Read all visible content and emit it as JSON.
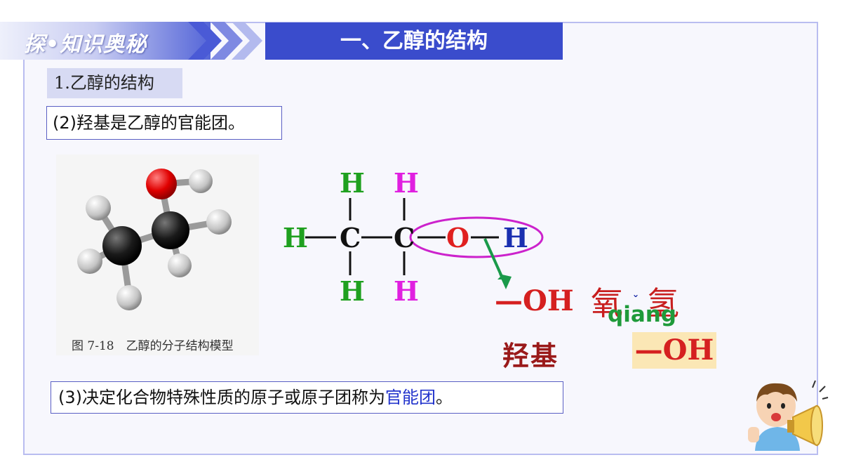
{
  "header": {
    "brand": "探•知识奥秘",
    "title": "一、乙醇的结构"
  },
  "section": {
    "subtitle": "1.乙醇的结构",
    "note2": "(2)羟基是乙醇的官能团。",
    "note3_prefix": "(3)决定化合物特殊性质的原子或原子团称为",
    "note3_highlight": "官能团",
    "note3_suffix": "。"
  },
  "model": {
    "caption": "图 7-18　乙醇的分子结构模型"
  },
  "formula": {
    "atoms": {
      "h_left": "H",
      "c1": "C",
      "c2": "C",
      "o": "O",
      "h_right": "H",
      "h_c1_top": "H",
      "h_c1_bottom": "H",
      "h_c2_top": "H",
      "h_c2_bottom": "H"
    },
    "colors": {
      "hydrogen_c1": "#1fa01f",
      "hydrogen_c2": "#e020e0",
      "oxygen": "#e02020",
      "hydroxyl_h": "#1a2fb0",
      "carbon": "#111111",
      "ellipse": "#cc22cc",
      "arrow": "#1a9a4a"
    }
  },
  "annotations": {
    "oh_group": "—OH",
    "hydroxyl_label": "羟基",
    "char_oxygen": "氧",
    "char_hydrogen": "氢",
    "pinyin": "qiang",
    "tone": "ˇ",
    "oh_box": "—OH"
  }
}
